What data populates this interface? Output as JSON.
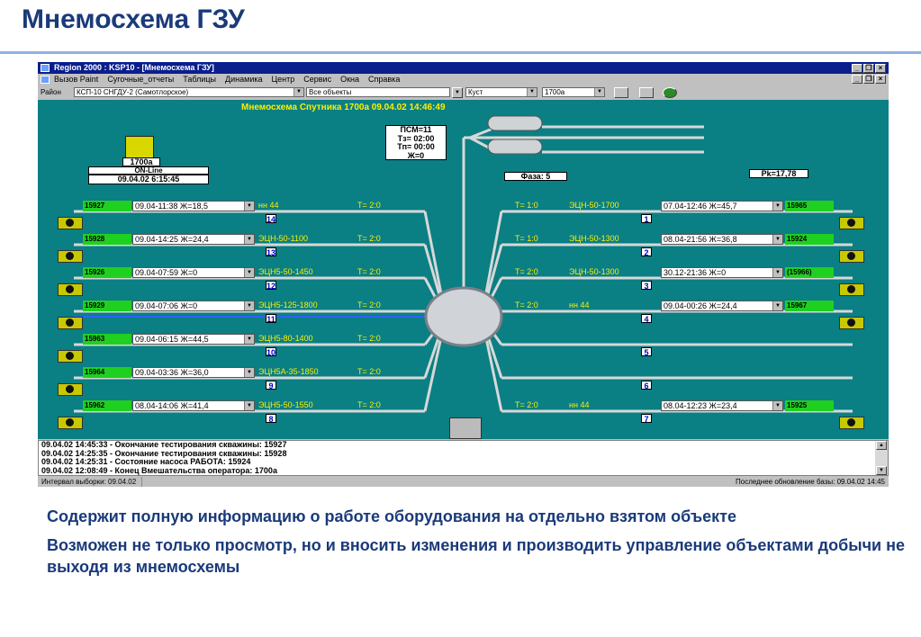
{
  "slide": {
    "title": "Мнемосхема ГЗУ",
    "bullets": [
      "Содержит полную  информацию о  работе оборудования  на отдельно взятом объекте",
      "Возможен не только  просмотр, но и  вносить изменения  и  производить управление объектами   добычи не выходя из   мнемосхемы"
    ]
  },
  "window": {
    "title": "Region 2000 : KSP10 - [Мнемосхема ГЗУ]",
    "menu": [
      "Вызов Paint",
      "Сугочные_отчеты",
      "Таблицы",
      "Динамика",
      "Центр",
      "Сервис",
      "Окна",
      "Справка"
    ],
    "toolbar": {
      "district_label": "Район",
      "district_value": "КСП-10 СНГДУ-2 (Самотлорское)",
      "objects_value": "Все объекты",
      "kind_value": "Куст",
      "cluster_value": "1700а"
    }
  },
  "scheme": {
    "caption": "Мнемосхема Спутника   1700а   09.04.02  14:46:49",
    "cluster": {
      "name": "1700а",
      "state": "ON-Line",
      "time": "09.04.02 6:15:45"
    },
    "psm": [
      "ПСМ=11",
      "Тз= 02:00",
      "Тп= 00:00",
      "Ж=0"
    ],
    "phase": "Фаза: 5",
    "pk": "Pk=17,78",
    "left_wells": [
      {
        "tag": "15927",
        "value": "09.04-11:38 Ж=18,5",
        "pump": "нн 44",
        "t": "T= 2:0",
        "num": "14"
      },
      {
        "tag": "15928",
        "value": "09.04-14:25 Ж=24,4",
        "pump": "ЭЦН-50-1100",
        "t": "T= 2:0",
        "num": "13"
      },
      {
        "tag": "15926",
        "value": "09.04-07:59 Ж=0",
        "pump": "ЭЦН5-50-1450",
        "t": "T= 2:0",
        "num": "12"
      },
      {
        "tag": "15929",
        "value": "09.04-07:06 Ж=0",
        "pump": "ЭЦН5-125-1800",
        "t": "T= 2:0",
        "num": "11"
      },
      {
        "tag": "15963",
        "value": "09.04-06:15 Ж=44,5",
        "pump": "ЭЦН5-80-1400",
        "t": "T= 2:0",
        "num": "10"
      },
      {
        "tag": "15964",
        "value": "09.04-03:36 Ж=36,0",
        "pump": "ЭЦН5А-35-1850",
        "t": "T= 2:0",
        "num": "9"
      },
      {
        "tag": "15962",
        "value": "08.04-14:06 Ж=41,4",
        "pump": "ЭЦН5-50-1550",
        "t": "T= 2:0",
        "num": "8"
      }
    ],
    "right_wells": [
      {
        "tag": "15965",
        "value": "07.04-12:46 Ж=45,7",
        "pump": "ЭЦН-50-1700",
        "t": "T= 1:0",
        "num": "1"
      },
      {
        "tag": "15924",
        "value": "08.04-21:56 Ж=36,8",
        "pump": "ЭЦН-50-1300",
        "t": "T= 1:0",
        "num": "2"
      },
      {
        "tag": "(15966)",
        "value": "30.12-21:36 Ж=0",
        "pump": "ЭЦН-50-1300",
        "t": "T= 2:0",
        "num": "3"
      },
      {
        "tag": "15967",
        "value": "09.04-00:26 Ж=24,4",
        "pump": "нн 44",
        "t": "T= 2:0",
        "num": "4"
      },
      {
        "tag": "",
        "value": "",
        "pump": "",
        "t": "",
        "num": "5"
      },
      {
        "tag": "",
        "value": "",
        "pump": "",
        "t": "",
        "num": "6"
      },
      {
        "tag": "15925",
        "value": "08.04-12:23 Ж=23,4",
        "pump": "нн 44",
        "t": "T= 2:0",
        "num": "7"
      }
    ]
  },
  "log": [
    "09.04.02 14:45:33 - Окончание тестирования скважины: 15927",
    "09.04.02 14:25:35 - Окончание тестирования скважины: 15928",
    "09.04.02 14:25:31 - Состояние насоса РАБОТА: 15924",
    "09.04.02 12:08:49 - Конец Вмешательства оператора: 1700а"
  ],
  "status": {
    "left": "Интервал выборки: 09.04.02",
    "right": "Последнее обновление базы: 09.04.02 14:45"
  },
  "colors": {
    "canvas": "#0a7f84",
    "tag": "#1fd020",
    "label": "#ffee00",
    "title": "#1a3a7a"
  }
}
